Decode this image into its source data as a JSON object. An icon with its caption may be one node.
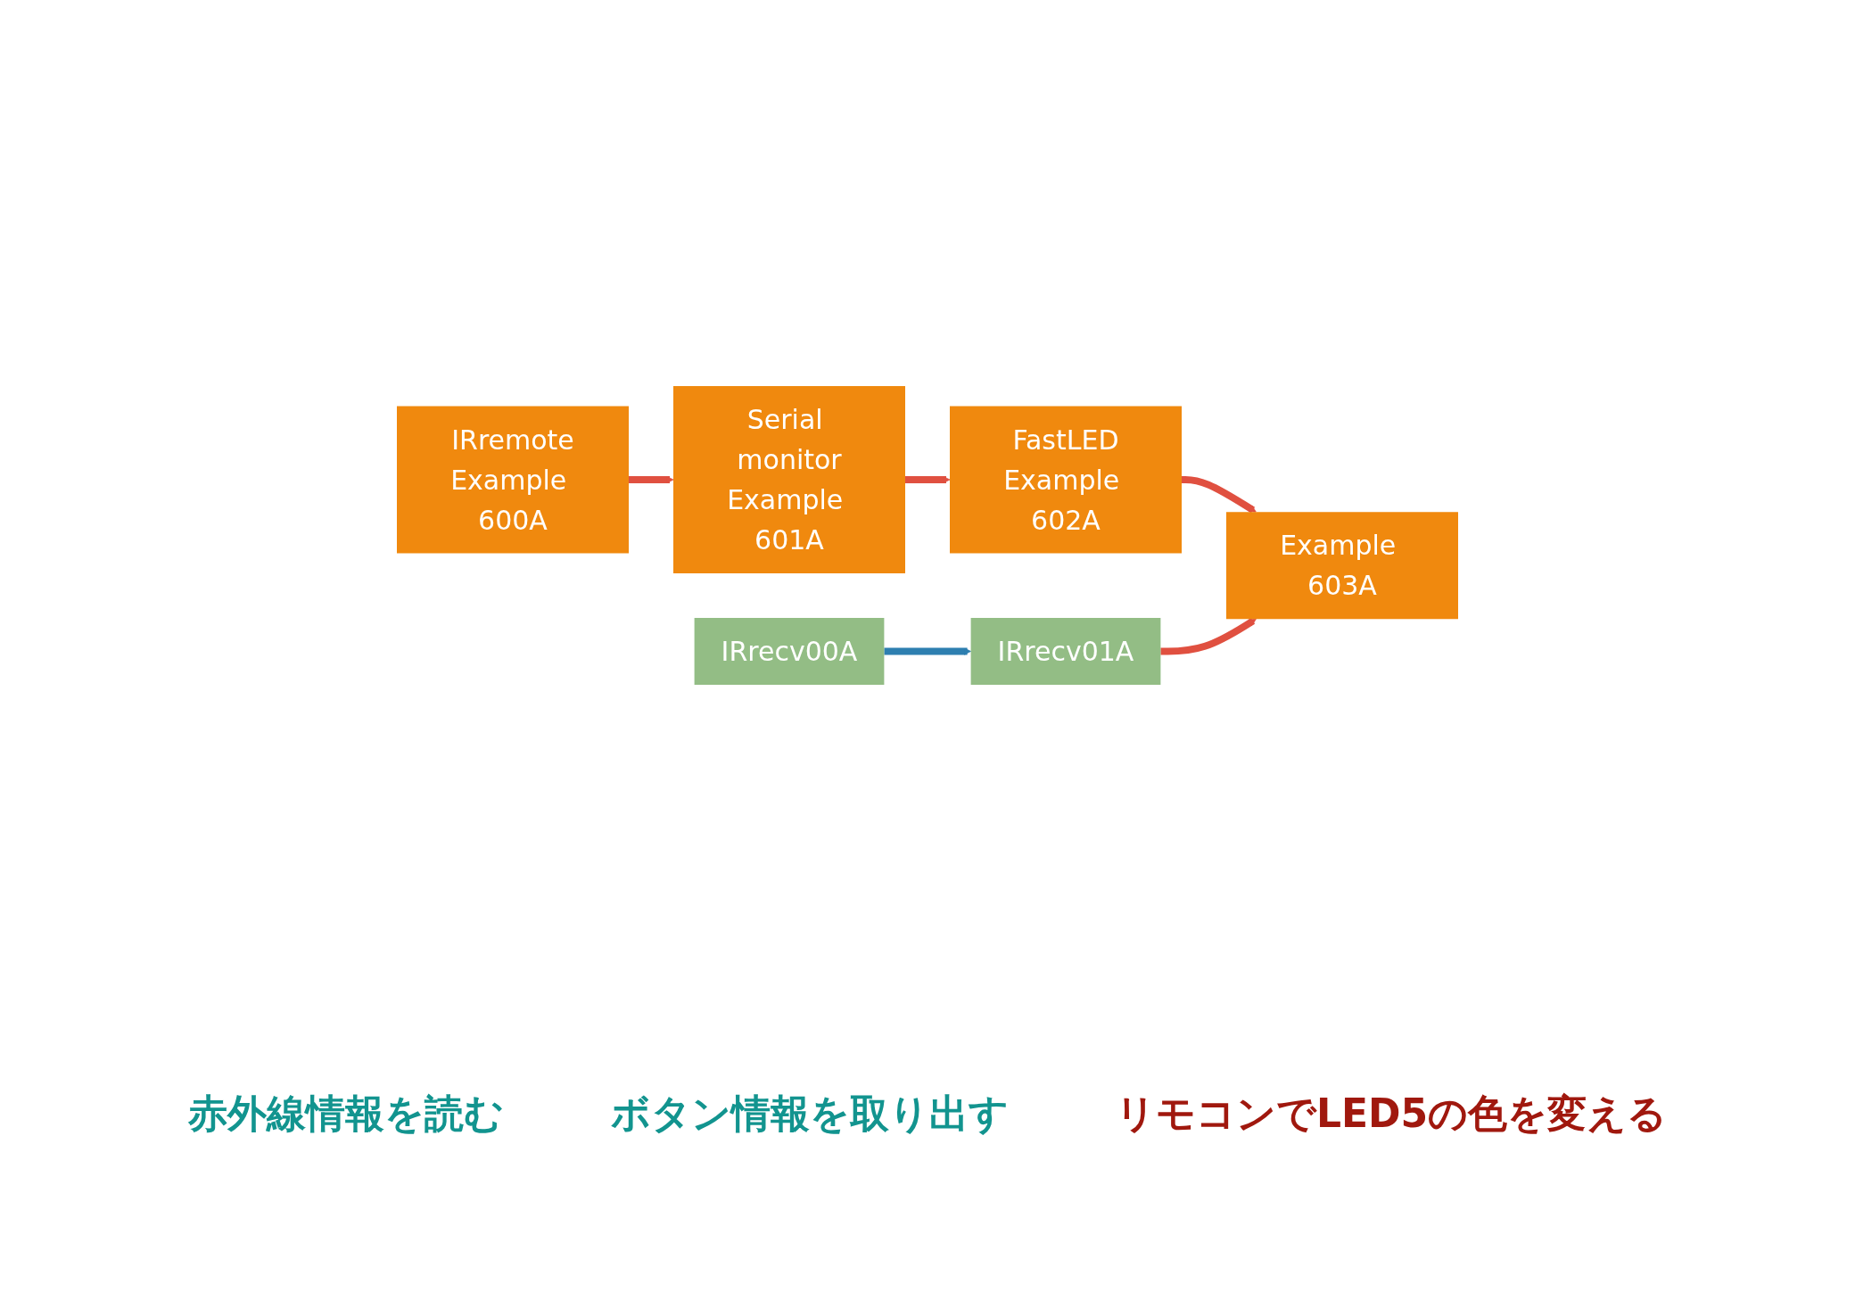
{
  "diagram": {
    "nodes": [
      {
        "text": [
          "IRremote",
          "Example 600A"
        ]
      },
      {
        "text": [
          "Serial monitor",
          "Example 601A"
        ]
      },
      {
        "text": [
          "FastLED",
          "Example 602A"
        ]
      },
      {
        "text": [
          "IRrecv00A"
        ]
      },
      {
        "text": [
          "IRrecv01A"
        ]
      },
      {
        "text": [
          "Example 603A"
        ]
      }
    ],
    "edges": [
      {
        "from": 0,
        "to": 1,
        "arrow": "to"
      },
      {
        "from": 1,
        "to": 2,
        "arrow": "to"
      },
      {
        "from": 2,
        "to": 5,
        "arrow": "to"
      },
      {
        "from": 3,
        "to": 4,
        "arrow": "to",
        "color": "#2e7fb0"
      },
      {
        "from": 4,
        "to": 5,
        "arrow": "to"
      }
    ],
    "labels": [
      "赤外線情報を読む",
      "ボタン情報を取り出す",
      "リモコンでLED5の色を変える"
    ]
  }
}
